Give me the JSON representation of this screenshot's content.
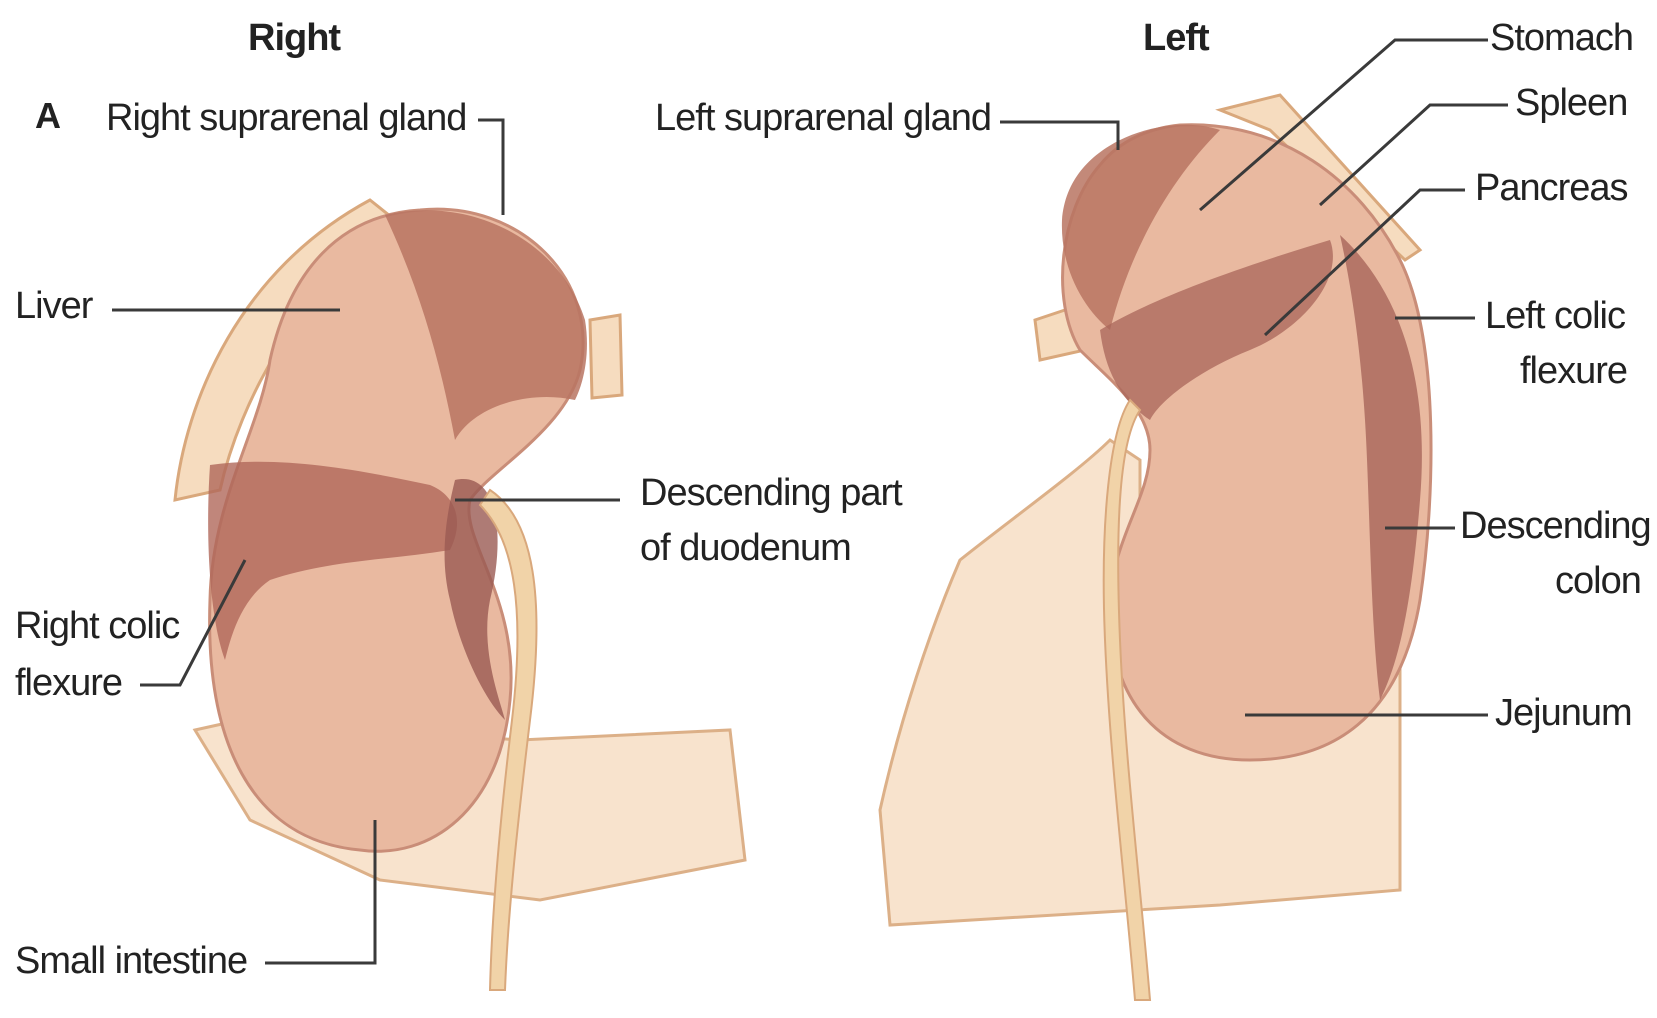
{
  "panel_letter": "A",
  "headings": {
    "right": "Right",
    "left": "Left"
  },
  "right_labels": {
    "right_suprarenal_gland": "Right suprarenal gland",
    "liver": "Liver",
    "descending_part_1": "Descending part",
    "descending_part_2": "of duodenum",
    "right_colic_1": "Right colic",
    "right_colic_2": "flexure",
    "small_intestine": "Small intestine"
  },
  "left_labels": {
    "left_suprarenal_gland": "Left suprarenal gland",
    "stomach": "Stomach",
    "spleen": "Spleen",
    "pancreas": "Pancreas",
    "left_colic_1": "Left colic",
    "left_colic_2": "flexure",
    "descending_colon_1": "Descending",
    "descending_colon_2": "colon",
    "jejunum": "Jejunum"
  },
  "colors": {
    "cream": "#f6dcbf",
    "cream_outline": "#d9a87c",
    "kidney": "#e9b9a0",
    "kidney_dark": "#a9685c",
    "kidney_mid": "#c9887a",
    "ureter": "#f1d3a8"
  }
}
